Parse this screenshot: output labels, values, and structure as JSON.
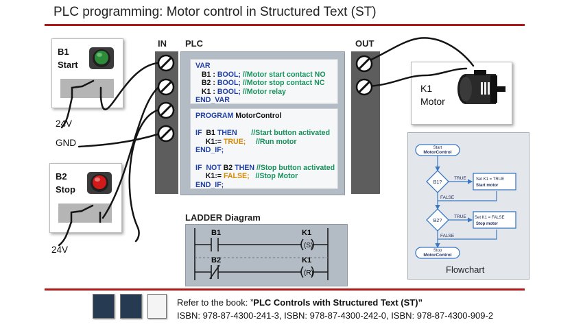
{
  "title": "PLC programming: Motor control in Structured Text (ST)",
  "labels": {
    "in": "IN",
    "plc": "PLC",
    "out": "OUT"
  },
  "buttons": {
    "b1": {
      "id": "B1",
      "name": "Start",
      "color": "#2e8b3a"
    },
    "b2": {
      "id": "B2",
      "name": "Stop",
      "color": "#d11a1a"
    }
  },
  "wires": {
    "v24_top": "24V",
    "gnd": "GND",
    "v24_bottom": "24V"
  },
  "motor": {
    "id": "K1",
    "name": "Motor"
  },
  "code": {
    "var_kw": "VAR",
    "vars": [
      {
        "name": "B1 :",
        "type": "BOOL;",
        "comment": "//Motor start contact NO"
      },
      {
        "name": "B2 :",
        "type": "BOOL;",
        "comment": "//Motor stop contact NC"
      },
      {
        "name": "K1 :",
        "type": "BOOL;",
        "comment": "//Motor relay"
      }
    ],
    "end_var": "END_VAR",
    "program_kw": "PROGRAM",
    "program_name": "MotorControl",
    "if1": {
      "if": "IF",
      "cond": "B1",
      "then": "THEN",
      "comment": "//Start button activated"
    },
    "assign1": {
      "lhs": "K1:=",
      "val": "TRUE;",
      "comment": "//Run motor"
    },
    "endif": "END_IF;",
    "if2": {
      "if": "IF",
      "not": "NOT",
      "cond": "B2",
      "then": "THEN",
      "comment": "//Stop button activated"
    },
    "assign2": {
      "lhs": "K1:=",
      "val": "FALSE;",
      "comment": "//Stop Motor"
    }
  },
  "ladder": {
    "title": "LADDER Diagram",
    "rung1": {
      "contact": "B1",
      "coil": "K1",
      "coil_sym": "(S)"
    },
    "rung2": {
      "contact": "B2",
      "coil": "K1",
      "coil_sym": "(R)"
    }
  },
  "flowchart": {
    "caption": "Flowchart",
    "start_top": "Start",
    "start_main": "MotorControl",
    "d1": "B1?",
    "d2": "B2?",
    "true": "TRUE",
    "false": "FALSE",
    "p1_line1": "Set K1 = TRUE",
    "p1_line2": "Start motor",
    "p2_line1": "Set K1 = FALSE",
    "p2_line2": "Stop motor",
    "stop_top": "Stop",
    "stop_main": "MotorControl"
  },
  "footer": {
    "ref_prefix": "Refer to the book: ”",
    "book": "PLC Controls with Structured Text (ST)",
    "ref_suffix": "”",
    "isbn": "ISBN: 978-87-4300-241-3, ISBN: 978-87-4300-242-0, ISBN: 978-87-4300-909-2"
  },
  "colors": {
    "accent_red": "#b01818",
    "plc_panel": "#b3bcc5",
    "strip": "#5d5d5d",
    "keyword": "#1f3fa8",
    "comment": "#16915b",
    "value": "#d68a00"
  }
}
